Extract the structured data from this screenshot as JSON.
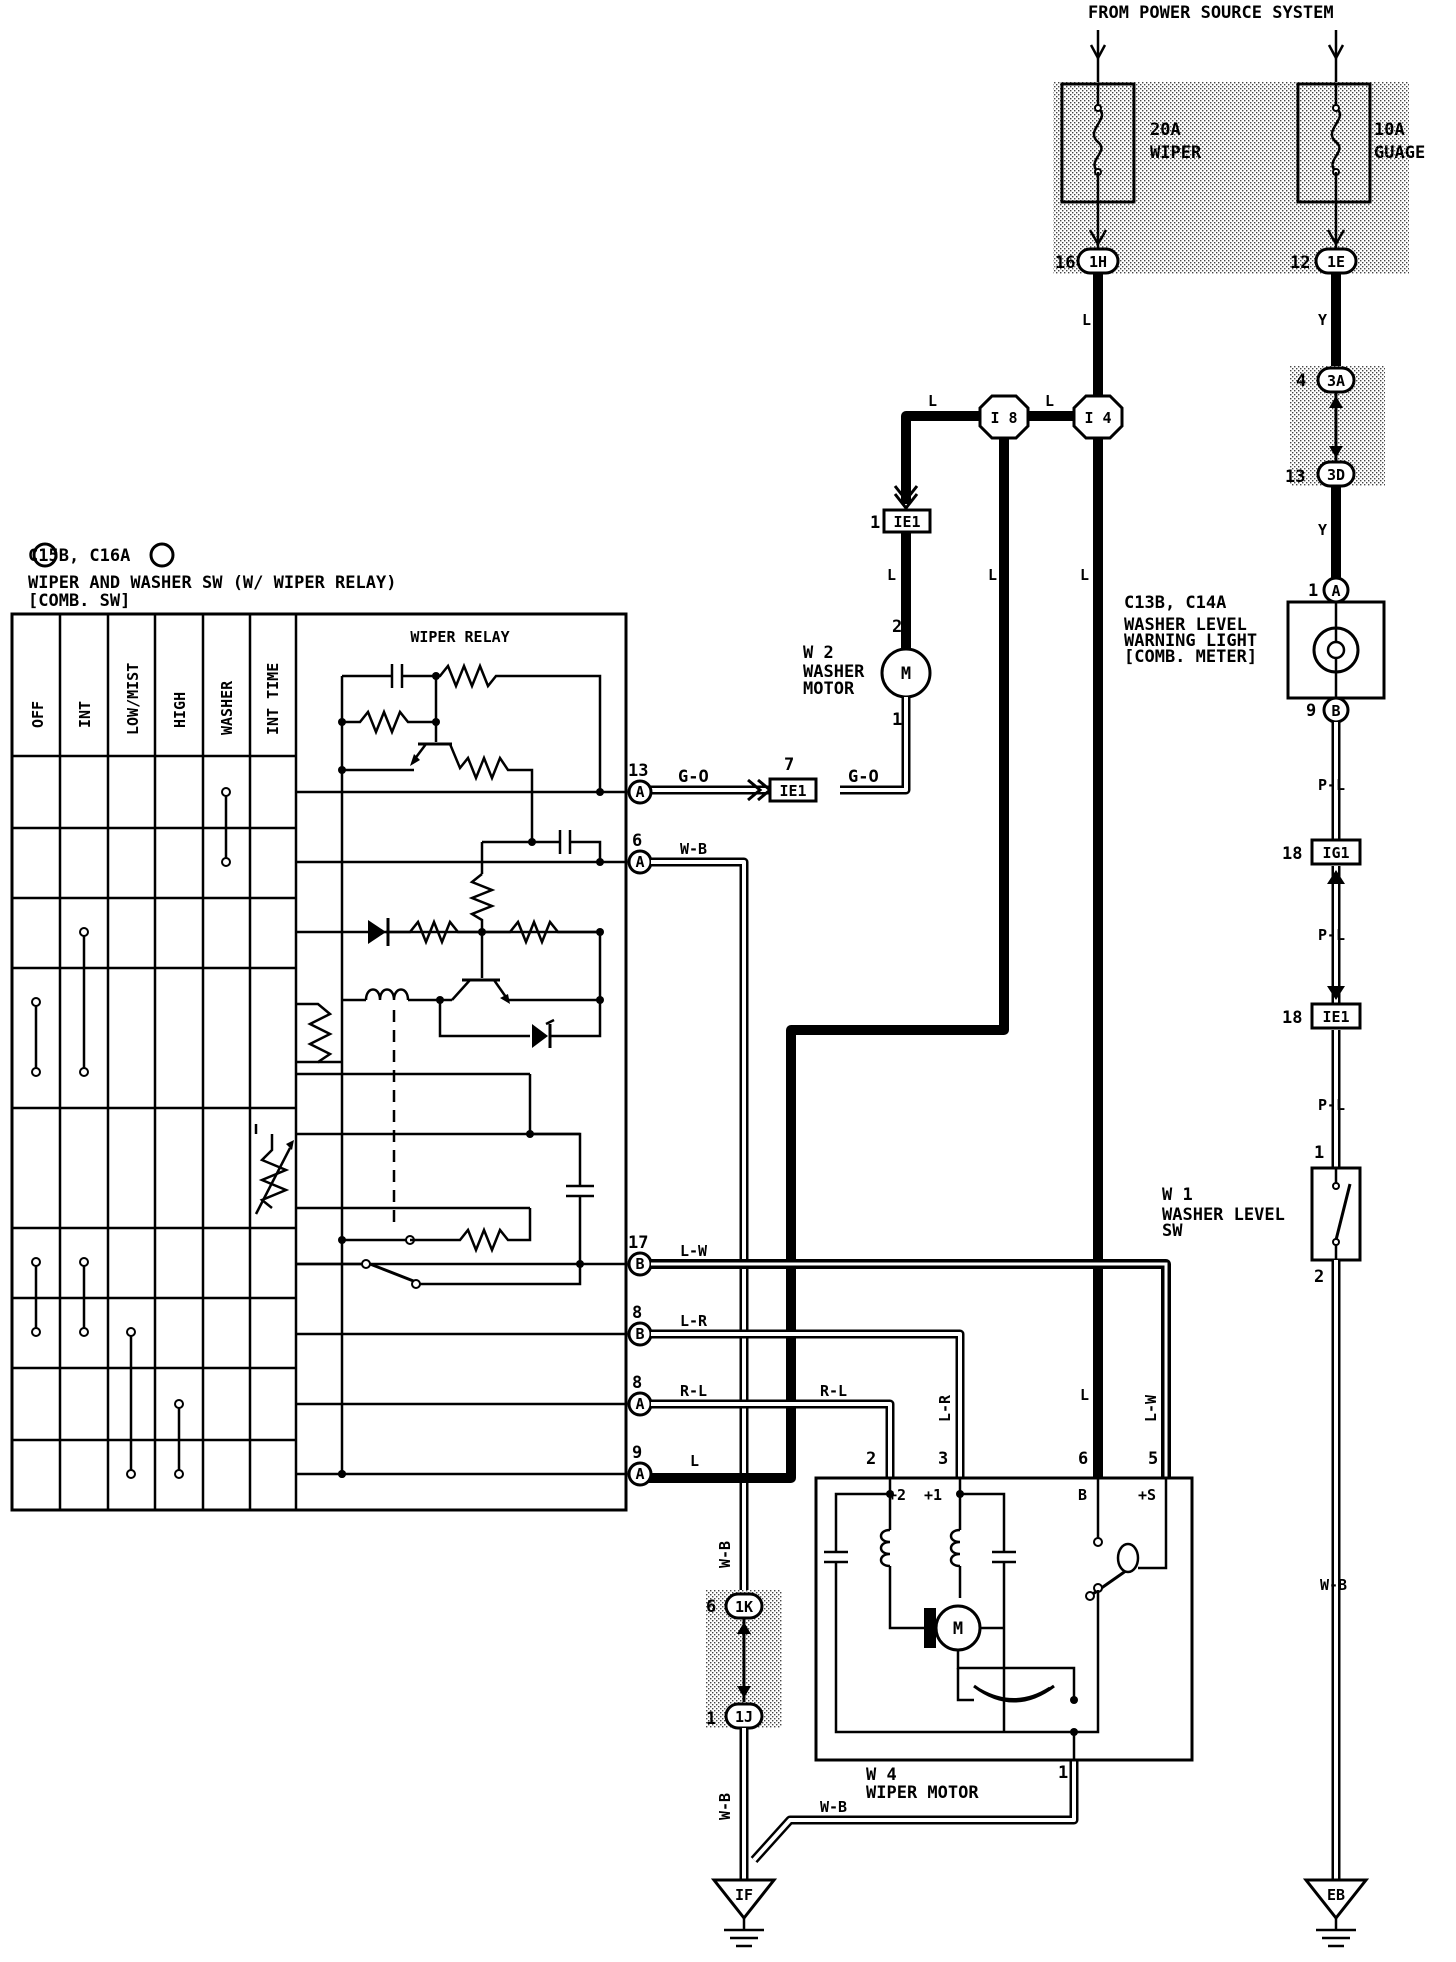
{
  "header": {
    "power_source": "FROM POWER SOURCE SYSTEM"
  },
  "fuses": [
    {
      "rating": "20A",
      "name": "WIPER"
    },
    {
      "rating": "10A",
      "name": "GUAGE"
    }
  ],
  "connectors": {
    "h1": {
      "pin": "16",
      "code": "1H"
    },
    "e1": {
      "pin": "12",
      "code": "1E"
    },
    "a3": {
      "pin": "4",
      "code": "3A"
    },
    "d3": {
      "pin": "13",
      "code": "3D"
    },
    "i8": "I 8",
    "i4": "I 4",
    "ie1_top": {
      "pin": "1",
      "code": "IE1"
    },
    "ie1_mid": {
      "pin": "7",
      "code": "IE1"
    },
    "ig1": {
      "pin": "18",
      "code": "IG1"
    },
    "ie1_right": {
      "pin": "18",
      "code": "IE1"
    },
    "k1": {
      "pin": "6",
      "code": "1K"
    },
    "j1": {
      "pin": "1",
      "code": "1J"
    },
    "ground_if": "IF",
    "ground_eb": "EB"
  },
  "switch_block": {
    "title_line1": "C15B, C16A",
    "title_line2": "WIPER AND WASHER SW (W/ WIPER RELAY)",
    "title_line3": "[COMB. SW]",
    "relay_title": "WIPER RELAY",
    "columns": [
      "OFF",
      "INT",
      "LOW/MIST",
      "HIGH",
      "WASHER",
      "INT TIME"
    ],
    "pins": [
      {
        "pin": "13",
        "conn": "A",
        "wire": "G-O"
      },
      {
        "pin": "6",
        "conn": "A",
        "wire": "W-B"
      },
      {
        "pin": "17",
        "conn": "B",
        "wire": "L-W"
      },
      {
        "pin": "8",
        "conn": "B",
        "wire": "L-R"
      },
      {
        "pin": "8",
        "conn": "A",
        "wire": "R-L"
      },
      {
        "pin": "9",
        "conn": "A",
        "wire": "L"
      }
    ]
  },
  "washer_motor": {
    "ref": "W 2",
    "name_line1": "WASHER",
    "name_line2": "MOTOR",
    "pin_top": "2",
    "pin_bottom": "1",
    "symbol": "M"
  },
  "washer_light": {
    "ref": "C13B, C14A",
    "name_line1": "WASHER LEVEL",
    "name_line2": "WARNING LIGHT",
    "name_line3": "[COMB. METER]",
    "pin_top": "1",
    "conn_top": "A",
    "pin_bottom": "9",
    "conn_bottom": "B"
  },
  "level_sw": {
    "ref": "W 1",
    "name_line1": "WASHER LEVEL",
    "name_line2": "SW",
    "pin_top": "1",
    "pin_bottom": "2"
  },
  "wiper_motor": {
    "ref": "W 4",
    "name": "WIPER MOTOR",
    "pins": [
      "2",
      "3",
      "6",
      "5"
    ],
    "terms": [
      "+2",
      "+1",
      "B",
      "+S"
    ],
    "ground_pin": "1",
    "symbol": "M"
  },
  "wire_labels": {
    "L": "L",
    "Y": "Y",
    "GO": "G-O",
    "WB": "W-B",
    "LW": "L-W",
    "LR": "L-R",
    "RL": "R-L",
    "PL": "P-L"
  }
}
